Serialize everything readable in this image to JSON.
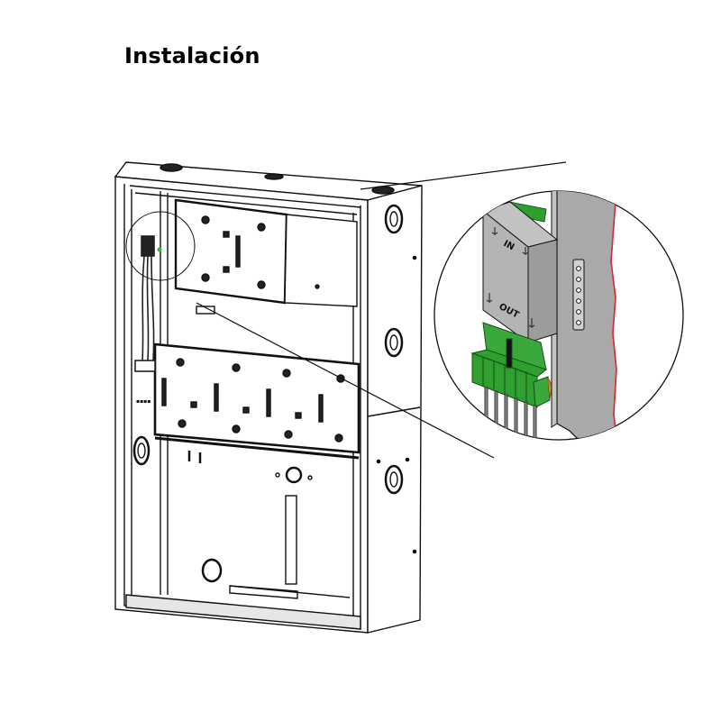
{
  "title": "Instalación",
  "diagram": {
    "subject": "control-panel-enclosure",
    "detail_view": {
      "module_labels": {
        "in": "IN",
        "out": "OUT"
      }
    },
    "colors": {
      "line": "#111111",
      "module_gray": "#b4b4b4",
      "panel_gray": "#a9a9a9",
      "connector_green": "#2fa02f",
      "connector_dark_green": "#1d7a1d",
      "edge_red": "#e2262b",
      "clip_orange": "#e08a2a",
      "pin_gray": "#8c8c8c"
    }
  }
}
